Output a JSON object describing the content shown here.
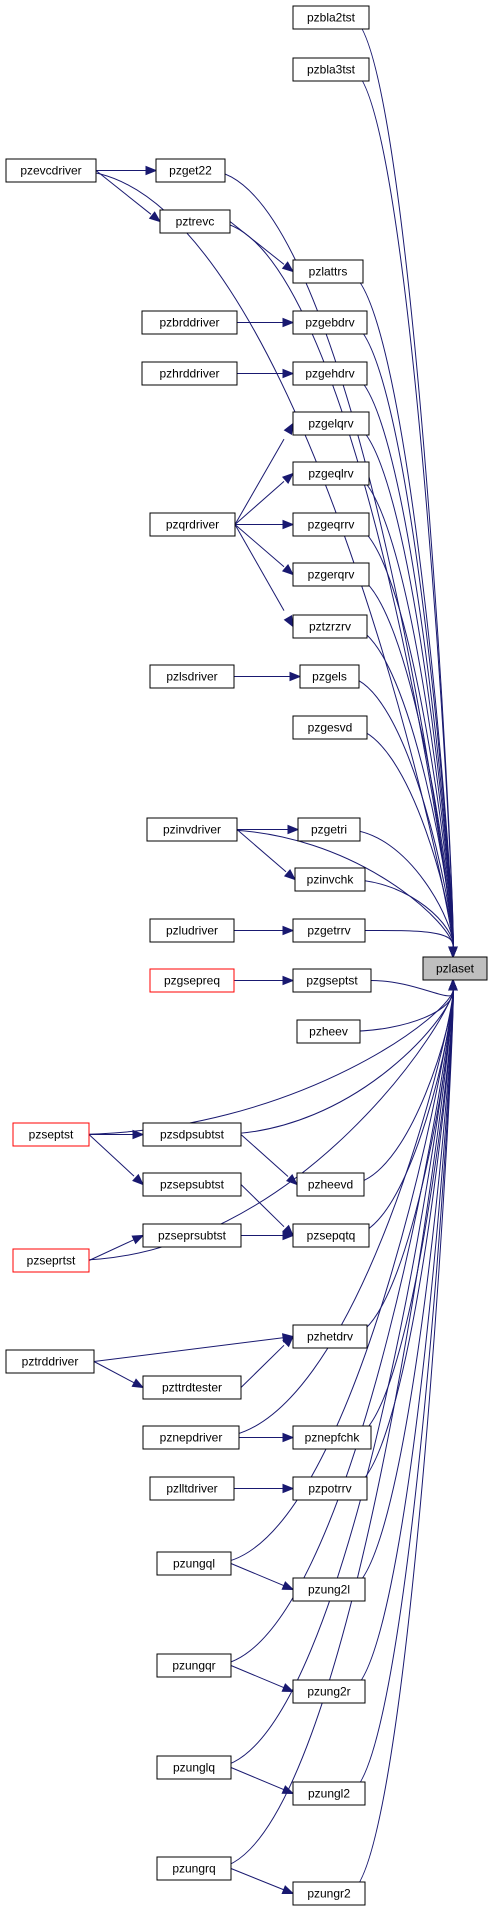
{
  "graph": {
    "root_node": "pzlaset",
    "colors": {
      "edge": "#191970",
      "node_border": "#000000",
      "incomplete_border": "#ff0000",
      "root_fill": "#bfbfbf"
    },
    "nodes": [
      {
        "id": "pzlaset",
        "label": "pzlaset",
        "style": "highlight"
      },
      {
        "id": "pzbla2tst",
        "label": "pzbla2tst"
      },
      {
        "id": "pzbla3tst",
        "label": "pzbla3tst"
      },
      {
        "id": "pzevcdriver",
        "label": "pzevcdriver"
      },
      {
        "id": "pzget22",
        "label": "pzget22"
      },
      {
        "id": "pztrevc",
        "label": "pztrevc"
      },
      {
        "id": "pzlattrs",
        "label": "pzlattrs"
      },
      {
        "id": "pzbrddriver",
        "label": "pzbrddriver"
      },
      {
        "id": "pzgebdrv",
        "label": "pzgebdrv"
      },
      {
        "id": "pzhrddriver",
        "label": "pzhrddriver"
      },
      {
        "id": "pzgehdrv",
        "label": "pzgehdrv"
      },
      {
        "id": "pzgelqrv",
        "label": "pzgelqrv"
      },
      {
        "id": "pzgeqlrv",
        "label": "pzgeqlrv"
      },
      {
        "id": "pzqrdriver",
        "label": "pzqrdriver"
      },
      {
        "id": "pzgeqrrv",
        "label": "pzgeqrrv"
      },
      {
        "id": "pzgerqrv",
        "label": "pzgerqrv"
      },
      {
        "id": "pztzrzrv",
        "label": "pztzrzrv"
      },
      {
        "id": "pzlsdriver",
        "label": "pzlsdriver"
      },
      {
        "id": "pzgels",
        "label": "pzgels"
      },
      {
        "id": "pzgesvd",
        "label": "pzgesvd"
      },
      {
        "id": "pzinvdriver",
        "label": "pzinvdriver"
      },
      {
        "id": "pzgetri",
        "label": "pzgetri"
      },
      {
        "id": "pzinvchk",
        "label": "pzinvchk"
      },
      {
        "id": "pzludriver",
        "label": "pzludriver"
      },
      {
        "id": "pzgetrrv",
        "label": "pzgetrrv"
      },
      {
        "id": "pzgsepreq",
        "label": "pzgsepreq",
        "style": "red"
      },
      {
        "id": "pzgseptst",
        "label": "pzgseptst"
      },
      {
        "id": "pzheev",
        "label": "pzheev"
      },
      {
        "id": "pzseptst",
        "label": "pzseptst",
        "style": "red"
      },
      {
        "id": "pzsdpsubtst",
        "label": "pzsdpsubtst"
      },
      {
        "id": "pzsepsubtst",
        "label": "pzsepsubtst"
      },
      {
        "id": "pzheevd",
        "label": "pzheevd"
      },
      {
        "id": "pzseprsubtst",
        "label": "pzseprsubtst"
      },
      {
        "id": "pzsepqtq",
        "label": "pzsepqtq"
      },
      {
        "id": "pzseprtst",
        "label": "pzseprtst",
        "style": "red"
      },
      {
        "id": "pzhetdrv",
        "label": "pzhetdrv"
      },
      {
        "id": "pztrddriver",
        "label": "pztrddriver"
      },
      {
        "id": "pzttrdtester",
        "label": "pzttrdtester"
      },
      {
        "id": "pznepdriver",
        "label": "pznepdriver"
      },
      {
        "id": "pznepfchk",
        "label": "pznepfchk"
      },
      {
        "id": "pzlltdriver",
        "label": "pzlltdriver"
      },
      {
        "id": "pzpotrrv",
        "label": "pzpotrrv"
      },
      {
        "id": "pzungql",
        "label": "pzungql"
      },
      {
        "id": "pzung2l",
        "label": "pzung2l"
      },
      {
        "id": "pzungqr",
        "label": "pzungqr"
      },
      {
        "id": "pzung2r",
        "label": "pzung2r"
      },
      {
        "id": "pzunglq",
        "label": "pzunglq"
      },
      {
        "id": "pzungl2",
        "label": "pzungl2"
      },
      {
        "id": "pzungrq",
        "label": "pzungrq"
      },
      {
        "id": "pzungr2",
        "label": "pzungr2"
      }
    ],
    "edges": [
      {
        "from": "pzbla2tst",
        "to": "pzlaset"
      },
      {
        "from": "pzbla3tst",
        "to": "pzlaset"
      },
      {
        "from": "pzevcdriver",
        "to": "pzlaset"
      },
      {
        "from": "pzevcdriver",
        "to": "pzget22"
      },
      {
        "from": "pzevcdriver",
        "to": "pztrevc"
      },
      {
        "from": "pzget22",
        "to": "pzlaset"
      },
      {
        "from": "pztrevc",
        "to": "pzlaset"
      },
      {
        "from": "pztrevc",
        "to": "pzlattrs"
      },
      {
        "from": "pzlattrs",
        "to": "pzlaset"
      },
      {
        "from": "pzbrddriver",
        "to": "pzgebdrv"
      },
      {
        "from": "pzgebdrv",
        "to": "pzlaset"
      },
      {
        "from": "pzhrddriver",
        "to": "pzgehdrv"
      },
      {
        "from": "pzgehdrv",
        "to": "pzlaset"
      },
      {
        "from": "pzqrdriver",
        "to": "pzgelqrv"
      },
      {
        "from": "pzqrdriver",
        "to": "pzgeqlrv"
      },
      {
        "from": "pzqrdriver",
        "to": "pzgeqrrv"
      },
      {
        "from": "pzqrdriver",
        "to": "pzgerqrv"
      },
      {
        "from": "pzqrdriver",
        "to": "pztzrzrv"
      },
      {
        "from": "pzgelqrv",
        "to": "pzlaset"
      },
      {
        "from": "pzgeqlrv",
        "to": "pzlaset"
      },
      {
        "from": "pzgeqrrv",
        "to": "pzlaset"
      },
      {
        "from": "pzgerqrv",
        "to": "pzlaset"
      },
      {
        "from": "pztzrzrv",
        "to": "pzlaset"
      },
      {
        "from": "pzlsdriver",
        "to": "pzgels"
      },
      {
        "from": "pzgels",
        "to": "pzlaset"
      },
      {
        "from": "pzgesvd",
        "to": "pzlaset"
      },
      {
        "from": "pzinvdriver",
        "to": "pzlaset"
      },
      {
        "from": "pzinvdriver",
        "to": "pzgetri"
      },
      {
        "from": "pzinvdriver",
        "to": "pzinvchk"
      },
      {
        "from": "pzgetri",
        "to": "pzlaset"
      },
      {
        "from": "pzinvchk",
        "to": "pzlaset"
      },
      {
        "from": "pzludriver",
        "to": "pzgetrrv"
      },
      {
        "from": "pzgetrrv",
        "to": "pzlaset"
      },
      {
        "from": "pzgsepreq",
        "to": "pzgseptst"
      },
      {
        "from": "pzgseptst",
        "to": "pzlaset"
      },
      {
        "from": "pzheev",
        "to": "pzlaset"
      },
      {
        "from": "pzseptst",
        "to": "pzlaset"
      },
      {
        "from": "pzseptst",
        "to": "pzsdpsubtst"
      },
      {
        "from": "pzseptst",
        "to": "pzsepsubtst"
      },
      {
        "from": "pzsdpsubtst",
        "to": "pzlaset"
      },
      {
        "from": "pzsdpsubtst",
        "to": "pzheevd"
      },
      {
        "from": "pzsepsubtst",
        "to": "pzsepqtq"
      },
      {
        "from": "pzheevd",
        "to": "pzlaset"
      },
      {
        "from": "pzseprsubtst",
        "to": "pzsepqtq"
      },
      {
        "from": "pzsepqtq",
        "to": "pzlaset"
      },
      {
        "from": "pzseprtst",
        "to": "pzlaset"
      },
      {
        "from": "pzseprtst",
        "to": "pzseprsubtst"
      },
      {
        "from": "pzhetdrv",
        "to": "pzlaset"
      },
      {
        "from": "pztrddriver",
        "to": "pzhetdrv"
      },
      {
        "from": "pztrddriver",
        "to": "pzttrdtester"
      },
      {
        "from": "pzttrdtester",
        "to": "pzhetdrv"
      },
      {
        "from": "pznepdriver",
        "to": "pzlaset"
      },
      {
        "from": "pznepdriver",
        "to": "pznepfchk"
      },
      {
        "from": "pznepfchk",
        "to": "pzlaset"
      },
      {
        "from": "pzlltdriver",
        "to": "pzpotrrv"
      },
      {
        "from": "pzpotrrv",
        "to": "pzlaset"
      },
      {
        "from": "pzungql",
        "to": "pzlaset"
      },
      {
        "from": "pzungql",
        "to": "pzung2l"
      },
      {
        "from": "pzung2l",
        "to": "pzlaset"
      },
      {
        "from": "pzungqr",
        "to": "pzlaset"
      },
      {
        "from": "pzungqr",
        "to": "pzung2r"
      },
      {
        "from": "pzung2r",
        "to": "pzlaset"
      },
      {
        "from": "pzunglq",
        "to": "pzlaset"
      },
      {
        "from": "pzunglq",
        "to": "pzungl2"
      },
      {
        "from": "pzungl2",
        "to": "pzlaset"
      },
      {
        "from": "pzungrq",
        "to": "pzlaset"
      },
      {
        "from": "pzungrq",
        "to": "pzungr2"
      },
      {
        "from": "pzungr2",
        "to": "pzlaset"
      }
    ]
  }
}
